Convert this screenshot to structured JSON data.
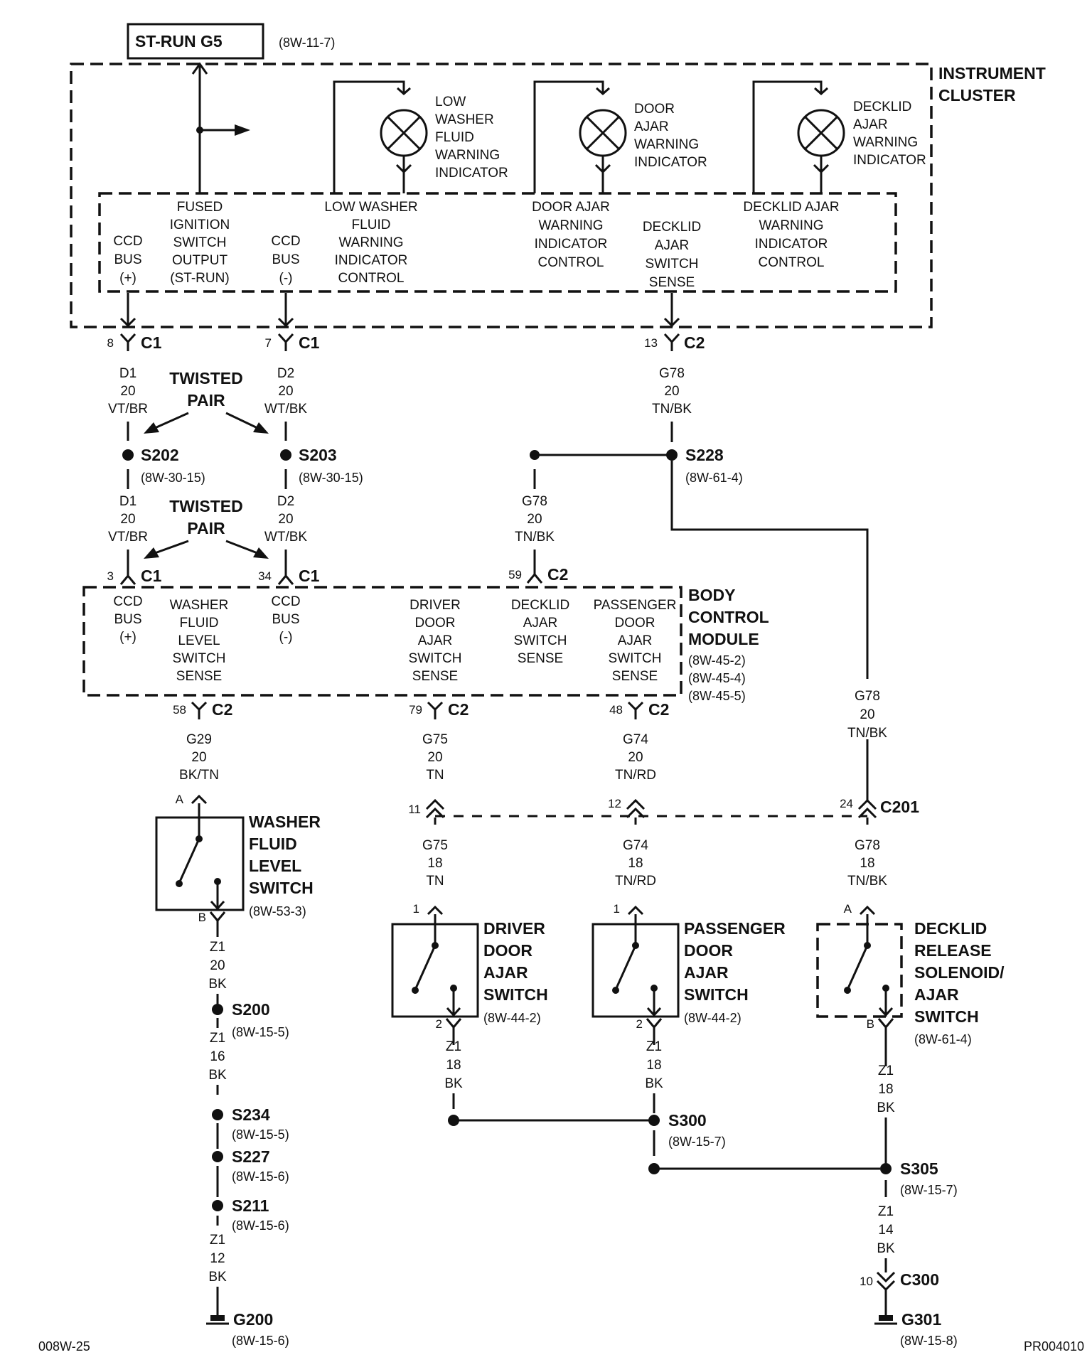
{
  "strun": {
    "label": "ST-RUN G5",
    "ref": "(8W-11-7)"
  },
  "ic": {
    "title1": "INSTRUMENT",
    "title2": "CLUSTER"
  },
  "bulbs": [
    {
      "lines": [
        "LOW",
        "WASHER",
        "FLUID",
        "WARNING",
        "INDICATOR"
      ]
    },
    {
      "lines": [
        "DOOR",
        "AJAR",
        "WARNING",
        "INDICATOR"
      ]
    },
    {
      "lines": [
        "DECKLID",
        "AJAR",
        "WARNING",
        "INDICATOR"
      ]
    }
  ],
  "ic_pins": [
    {
      "lines": [
        "CCD",
        "BUS",
        "(+)"
      ]
    },
    {
      "lines": [
        "FUSED",
        "IGNITION",
        "SWITCH",
        "OUTPUT",
        "(ST-RUN)"
      ]
    },
    {
      "lines": [
        "CCD",
        "BUS",
        "(-)"
      ]
    },
    {
      "lines": [
        "LOW WASHER",
        "FLUID",
        "WARNING",
        "INDICATOR",
        "CONTROL"
      ]
    },
    {
      "lines": [
        "DOOR AJAR",
        "WARNING",
        "INDICATOR",
        "CONTROL"
      ]
    },
    {
      "lines": [
        "DECKLID",
        "AJAR",
        "SWITCH",
        "SENSE"
      ]
    },
    {
      "lines": [
        "DECKLID AJAR",
        "WARNING",
        "INDICATOR",
        "CONTROL"
      ]
    }
  ],
  "conn": {
    "ic8": {
      "pin": "8",
      "name": "C1"
    },
    "ic7": {
      "pin": "7",
      "name": "C1"
    },
    "ic13": {
      "pin": "13",
      "name": "C2"
    },
    "bcm3": {
      "pin": "3",
      "name": "C1"
    },
    "bcm34": {
      "pin": "34",
      "name": "C1"
    },
    "bcm59": {
      "pin": "59",
      "name": "C2"
    },
    "bcm58": {
      "pin": "58",
      "name": "C2"
    },
    "bcm79": {
      "pin": "79",
      "name": "C2"
    },
    "bcm48": {
      "pin": "48",
      "name": "C2"
    },
    "c201_11": {
      "pin": "11"
    },
    "c201_12": {
      "pin": "12"
    },
    "c201_24": {
      "pin": "24",
      "name": "C201"
    },
    "wfA": {
      "pin": "A"
    },
    "wfB": {
      "pin": "B"
    },
    "dd1": {
      "pin": "1"
    },
    "dd2": {
      "pin": "2"
    },
    "pd1": {
      "pin": "1"
    },
    "pd2": {
      "pin": "2"
    },
    "dlA": {
      "pin": "A"
    },
    "dlB": {
      "pin": "B"
    },
    "c300": {
      "pin": "10",
      "name": "C300"
    }
  },
  "wires": {
    "d1a": [
      "D1",
      "20",
      "VT/BR"
    ],
    "d2a": [
      "D2",
      "20",
      "WT/BK"
    ],
    "g78a": [
      "G78",
      "20",
      "TN/BK"
    ],
    "d1b": [
      "D1",
      "20",
      "VT/BR"
    ],
    "d2b": [
      "D2",
      "20",
      "WT/BK"
    ],
    "g78b": [
      "G78",
      "20",
      "TN/BK"
    ],
    "g78c": [
      "G78",
      "20",
      "TN/BK"
    ],
    "g29": [
      "G29",
      "20",
      "BK/TN"
    ],
    "g75a": [
      "G75",
      "20",
      "TN"
    ],
    "g74a": [
      "G74",
      "20",
      "TN/RD"
    ],
    "g75b": [
      "G75",
      "18",
      "TN"
    ],
    "g74b": [
      "G74",
      "18",
      "TN/RD"
    ],
    "g78d": [
      "G78",
      "18",
      "TN/BK"
    ],
    "z1a": [
      "Z1",
      "20",
      "BK"
    ],
    "z1b": [
      "Z1",
      "16",
      "BK"
    ],
    "z1c": [
      "Z1",
      "12",
      "BK"
    ],
    "z1d": [
      "Z1",
      "18",
      "BK"
    ],
    "z1e": [
      "Z1",
      "18",
      "BK"
    ],
    "z1f": [
      "Z1",
      "18",
      "BK"
    ],
    "z1g": [
      "Z1",
      "14",
      "BK"
    ]
  },
  "twisted": {
    "l1": "TWISTED",
    "l2": "PAIR"
  },
  "splices": {
    "s202": {
      "name": "S202",
      "ref": "(8W-30-15)"
    },
    "s203": {
      "name": "S203",
      "ref": "(8W-30-15)"
    },
    "s228": {
      "name": "S228",
      "ref": "(8W-61-4)"
    },
    "s200": {
      "name": "S200",
      "ref": "(8W-15-5)"
    },
    "s234": {
      "name": "S234",
      "ref": "(8W-15-5)"
    },
    "s227": {
      "name": "S227",
      "ref": "(8W-15-6)"
    },
    "s211": {
      "name": "S211",
      "ref": "(8W-15-6)"
    },
    "s300": {
      "name": "S300",
      "ref": "(8W-15-7)"
    },
    "s305": {
      "name": "S305",
      "ref": "(8W-15-7)"
    }
  },
  "grounds": {
    "g200": {
      "name": "G200",
      "ref": "(8W-15-6)"
    },
    "g301": {
      "name": "G301",
      "ref": "(8W-15-8)"
    }
  },
  "bcm": {
    "title": [
      "BODY",
      "CONTROL",
      "MODULE"
    ],
    "refs": [
      "(8W-45-2)",
      "(8W-45-4)",
      "(8W-45-5)"
    ],
    "pins": [
      {
        "lines": [
          "CCD",
          "BUS",
          "(+)"
        ]
      },
      {
        "lines": [
          "WASHER",
          "FLUID",
          "LEVEL",
          "SWITCH",
          "SENSE"
        ]
      },
      {
        "lines": [
          "CCD",
          "BUS",
          "(-)"
        ]
      },
      {
        "lines": [
          "DRIVER",
          "DOOR",
          "AJAR",
          "SWITCH",
          "SENSE"
        ]
      },
      {
        "lines": [
          "DECKLID",
          "AJAR",
          "SWITCH",
          "SENSE"
        ]
      },
      {
        "lines": [
          "PASSENGER",
          "DOOR",
          "AJAR",
          "SWITCH",
          "SENSE"
        ]
      }
    ]
  },
  "components": {
    "washer": {
      "lines": [
        "WASHER",
        "FLUID",
        "LEVEL",
        "SWITCH"
      ],
      "ref": "(8W-53-3)"
    },
    "driver": {
      "lines": [
        "DRIVER",
        "DOOR",
        "AJAR",
        "SWITCH"
      ],
      "ref": "(8W-44-2)"
    },
    "passenger": {
      "lines": [
        "PASSENGER",
        "DOOR",
        "AJAR",
        "SWITCH"
      ],
      "ref": "(8W-44-2)"
    },
    "decklid": {
      "lines": [
        "DECKLID",
        "RELEASE",
        "SOLENOID/",
        "AJAR",
        "SWITCH"
      ],
      "ref": "(8W-61-4)"
    }
  },
  "footer": {
    "left": "008W-25",
    "right": "PR004010"
  }
}
